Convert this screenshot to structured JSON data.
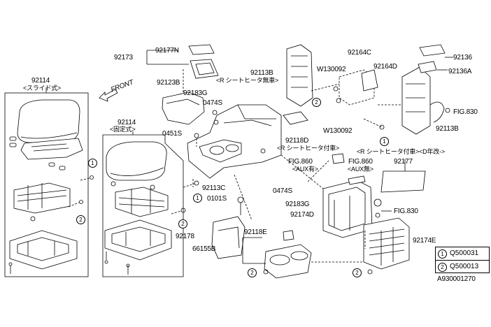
{
  "diagram_id": "A930001270",
  "front_label": "FRONT",
  "parts": {
    "p92114_slide": "92114",
    "p92114_slide_note": "<スライド式>",
    "p92114_fixed": "92114",
    "p92114_fixed_note": "<固定式>",
    "p92173": "92173",
    "p92177N": "92177N",
    "p92123B": "92123B",
    "p92183G_top": "92183G",
    "p0474S_top": "0474S",
    "p0451S": "0451S",
    "p92113B_top": "92113B",
    "p92113B_top_note": "<R シートヒータ無車>",
    "p92118D": "92118D",
    "p92118D_note": "<R シートヒータ付車>",
    "p92113C": "92113C",
    "p0101S": "0101S",
    "p92178": "92178",
    "p66155B": "66155B",
    "p92118E": "92118E",
    "pFIG860_aux": "FIG.860",
    "pFIG860_aux_note": "<AUX有>",
    "p0474S_bottom": "0474S",
    "p92183G_bottom": "92183G",
    "p92174D": "92174D",
    "pFIG860_noaux": "FIG.860",
    "pFIG860_noaux_note": "<AUX無>",
    "p92177": "92177",
    "pFIG830_bottom": "FIG.830",
    "p92174E": "92174E",
    "p92164C": "92164C",
    "p92164D": "92164D",
    "pW130092_top": "W130092",
    "pW130092_bottom": "W130092",
    "p92136": "92136",
    "p92136A": "92136A",
    "pFIG830_top": "FIG.830",
    "p92113B_right": "92113B",
    "p92113B_right_note": "<R シートヒータ付車><D年改->"
  },
  "callouts": {
    "one": "1",
    "two": "2"
  },
  "legend": [
    {
      "key": "1",
      "part": "Q500031"
    },
    {
      "key": "2",
      "part": "Q500013"
    }
  ]
}
